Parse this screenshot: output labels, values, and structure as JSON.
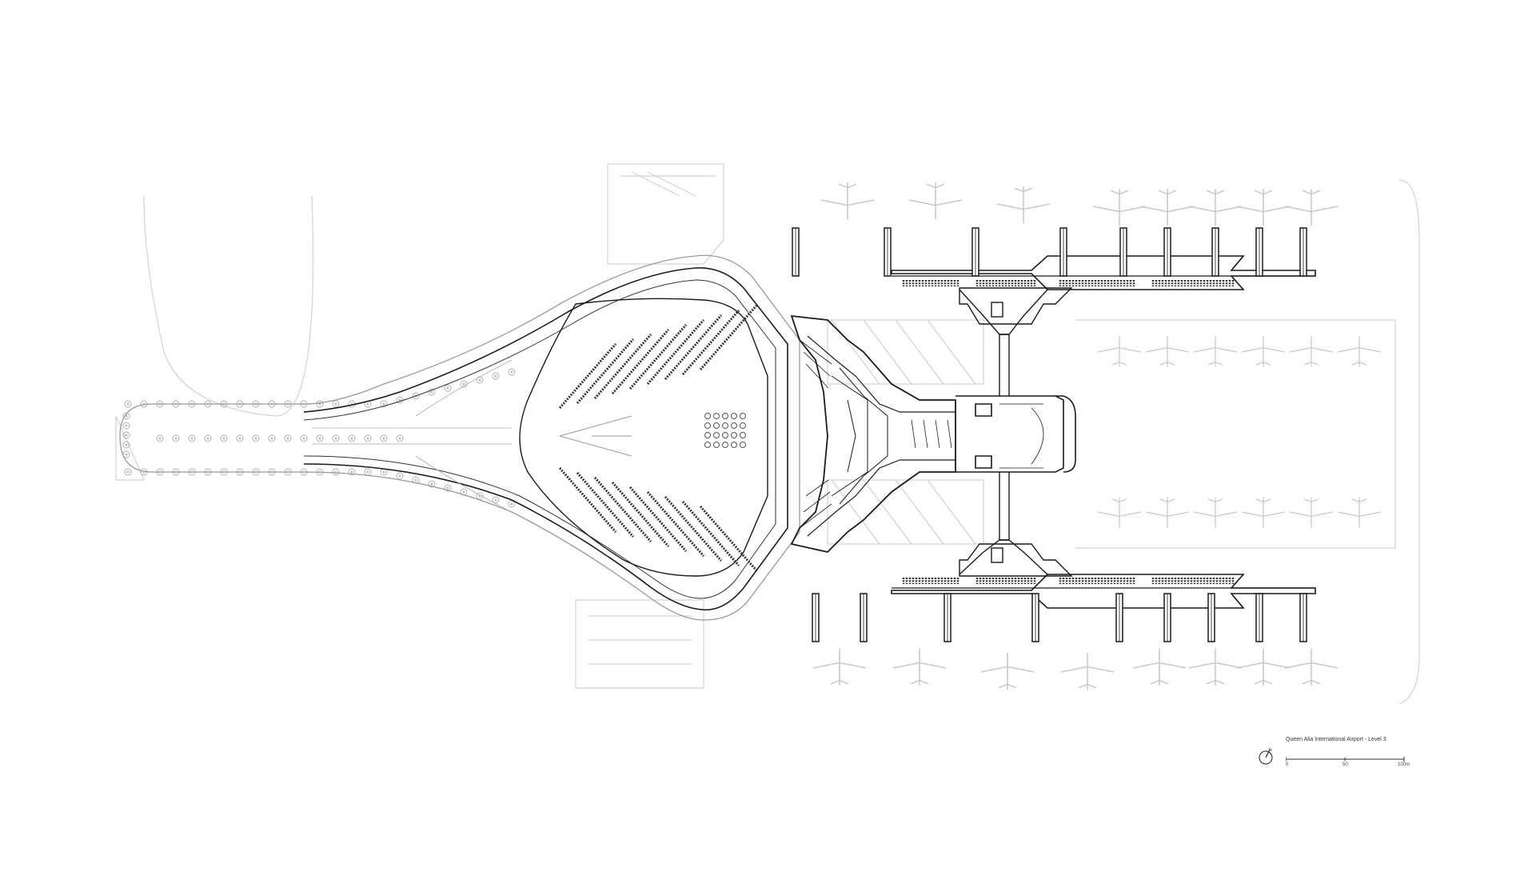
{
  "drawing": {
    "title": "Queen Alia International Airport - Level 3",
    "north_label": "N",
    "scale_labels": [
      "0",
      "50",
      "100m"
    ]
  },
  "colors": {
    "line_dark": "#1a1a1a",
    "line_mid": "#555555",
    "line_light": "#c8c8c8",
    "background": "#ffffff"
  }
}
